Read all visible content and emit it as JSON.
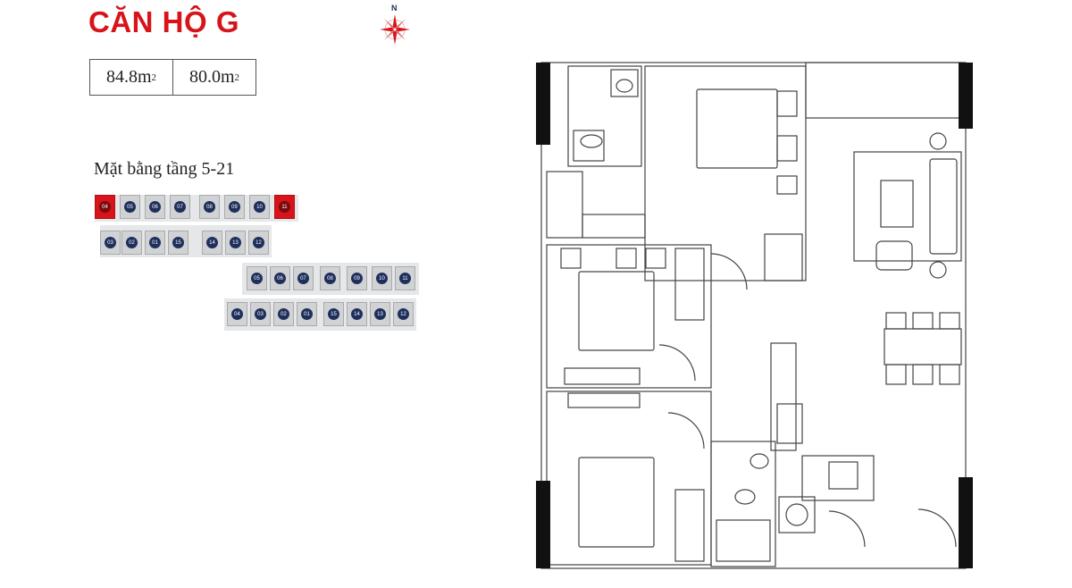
{
  "header": {
    "title": "CĂN HỘ G",
    "compass_label": "N"
  },
  "areas": [
    {
      "value": "84.8m",
      "unit_sup": "2"
    },
    {
      "value": "80.0m",
      "unit_sup": "2"
    }
  ],
  "floor_label": "Mặt bằng tầng 5-21",
  "keyplan": {
    "highlight_color": "#d7141a",
    "rows": [
      {
        "row": "a1",
        "units": [
          "04",
          "05",
          "06",
          "07",
          "08",
          "09",
          "10",
          "11"
        ],
        "highlighted": [
          "04",
          "11"
        ]
      },
      {
        "row": "a2",
        "units": [
          "03",
          "02",
          "01",
          "15",
          "14",
          "13",
          "12"
        ],
        "highlighted": []
      },
      {
        "row": "b1",
        "units": [
          "05",
          "06",
          "07",
          "08",
          "09",
          "10",
          "11"
        ],
        "highlighted": []
      },
      {
        "row": "b2",
        "units": [
          "04",
          "03",
          "02",
          "01",
          "15",
          "14",
          "13",
          "12"
        ],
        "highlighted": []
      }
    ]
  }
}
